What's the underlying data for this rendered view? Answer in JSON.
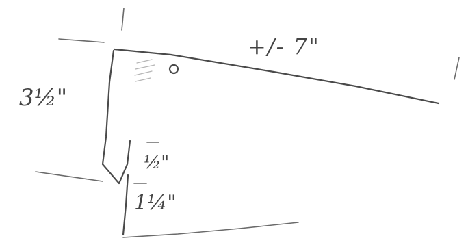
{
  "dimensions": {
    "length": "+/- 7\"",
    "depth": "3½\"",
    "notch": "½\"",
    "bottom": "1¼\""
  },
  "colors": {
    "paper": "#ffffff",
    "pencil": "#4a4a4a"
  }
}
